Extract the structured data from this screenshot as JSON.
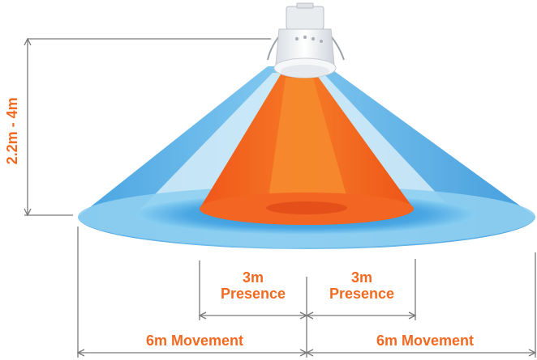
{
  "height_label": "2.2m - 4m",
  "presence_left": {
    "distance": "3m",
    "label": "Presence"
  },
  "presence_right": {
    "distance": "3m",
    "label": "Presence"
  },
  "movement_left": "6m Movement",
  "movement_right": "6m Movement",
  "colors": {
    "label_orange": "#f26a21",
    "movement_blue": "#5cb6ea",
    "movement_light": "#d8eefa",
    "presence_orange": "#f47a2a",
    "presence_dark": "#f05a1c",
    "dimension_line": "#7a7a7a",
    "sensor_white": "#f4f6f8"
  }
}
